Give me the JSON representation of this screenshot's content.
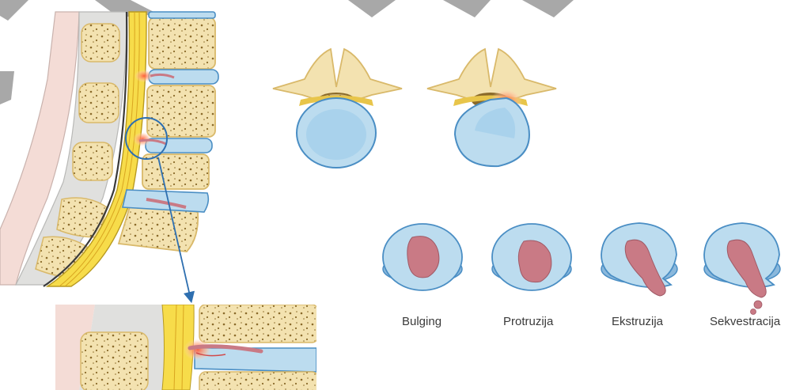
{
  "stage_labels": {
    "bulging": "Bulging",
    "protrusion": "Protruzija",
    "extrusion": "Ekstruzija",
    "sequestration": "Sekvestracija"
  },
  "colors": {
    "bone_fill": "#f3e2b0",
    "bone_outline": "#d9b96a",
    "bone_spot": "#8a6a2a",
    "disc_blue": "#bcdcef",
    "disc_outline": "#4a8ec4",
    "nucleus_pink": "#c97a85",
    "spinal_cord_yellow": "#f7dc4a",
    "inflamed_red": "#e85a4a",
    "pointer_arrow": "#2e6fb0",
    "tissue_gray": "#e0e0de",
    "banner_gray": "#a8a8a8"
  }
}
